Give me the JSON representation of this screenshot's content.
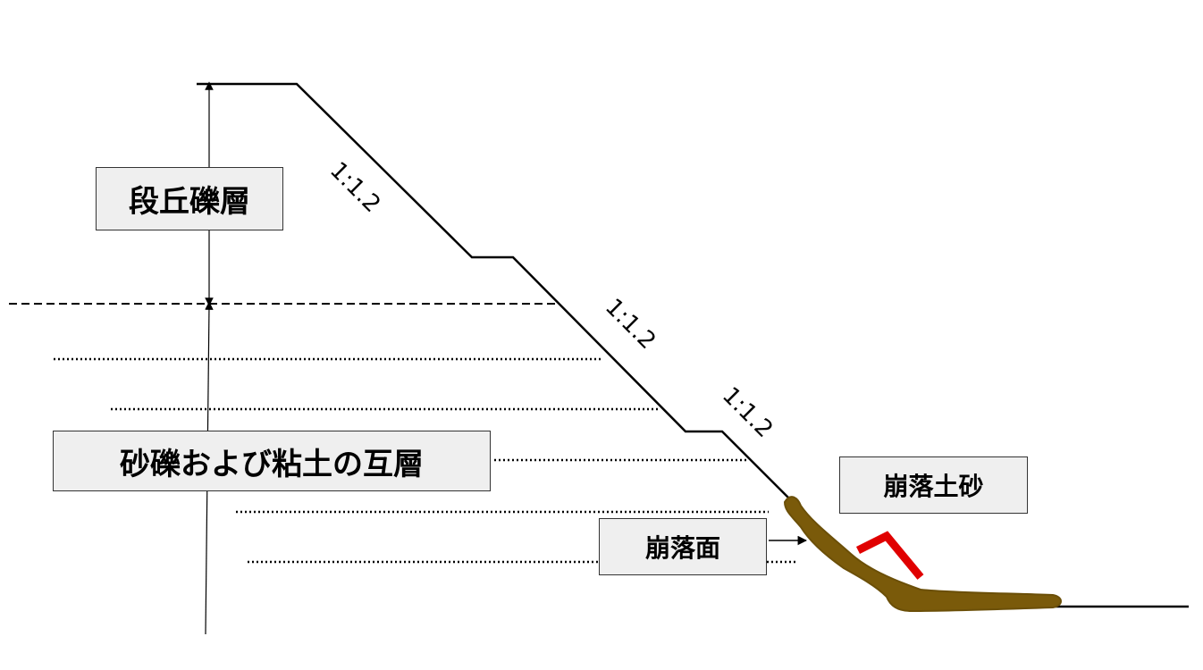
{
  "labels": {
    "terrace_gravel": "段丘礫層",
    "alternating_layers": "砂礫および粘土の互層",
    "collapsed_debris": "崩落土砂",
    "collapse_surface": "崩落面"
  },
  "slopes": {
    "upper": "1:1.2",
    "middle": "1:1.2",
    "lower": "1:1.2"
  },
  "colors": {
    "debris": "#7a5a0a",
    "arrow_red": "#e00000",
    "line": "#000000",
    "box_fill": "#efefef"
  }
}
